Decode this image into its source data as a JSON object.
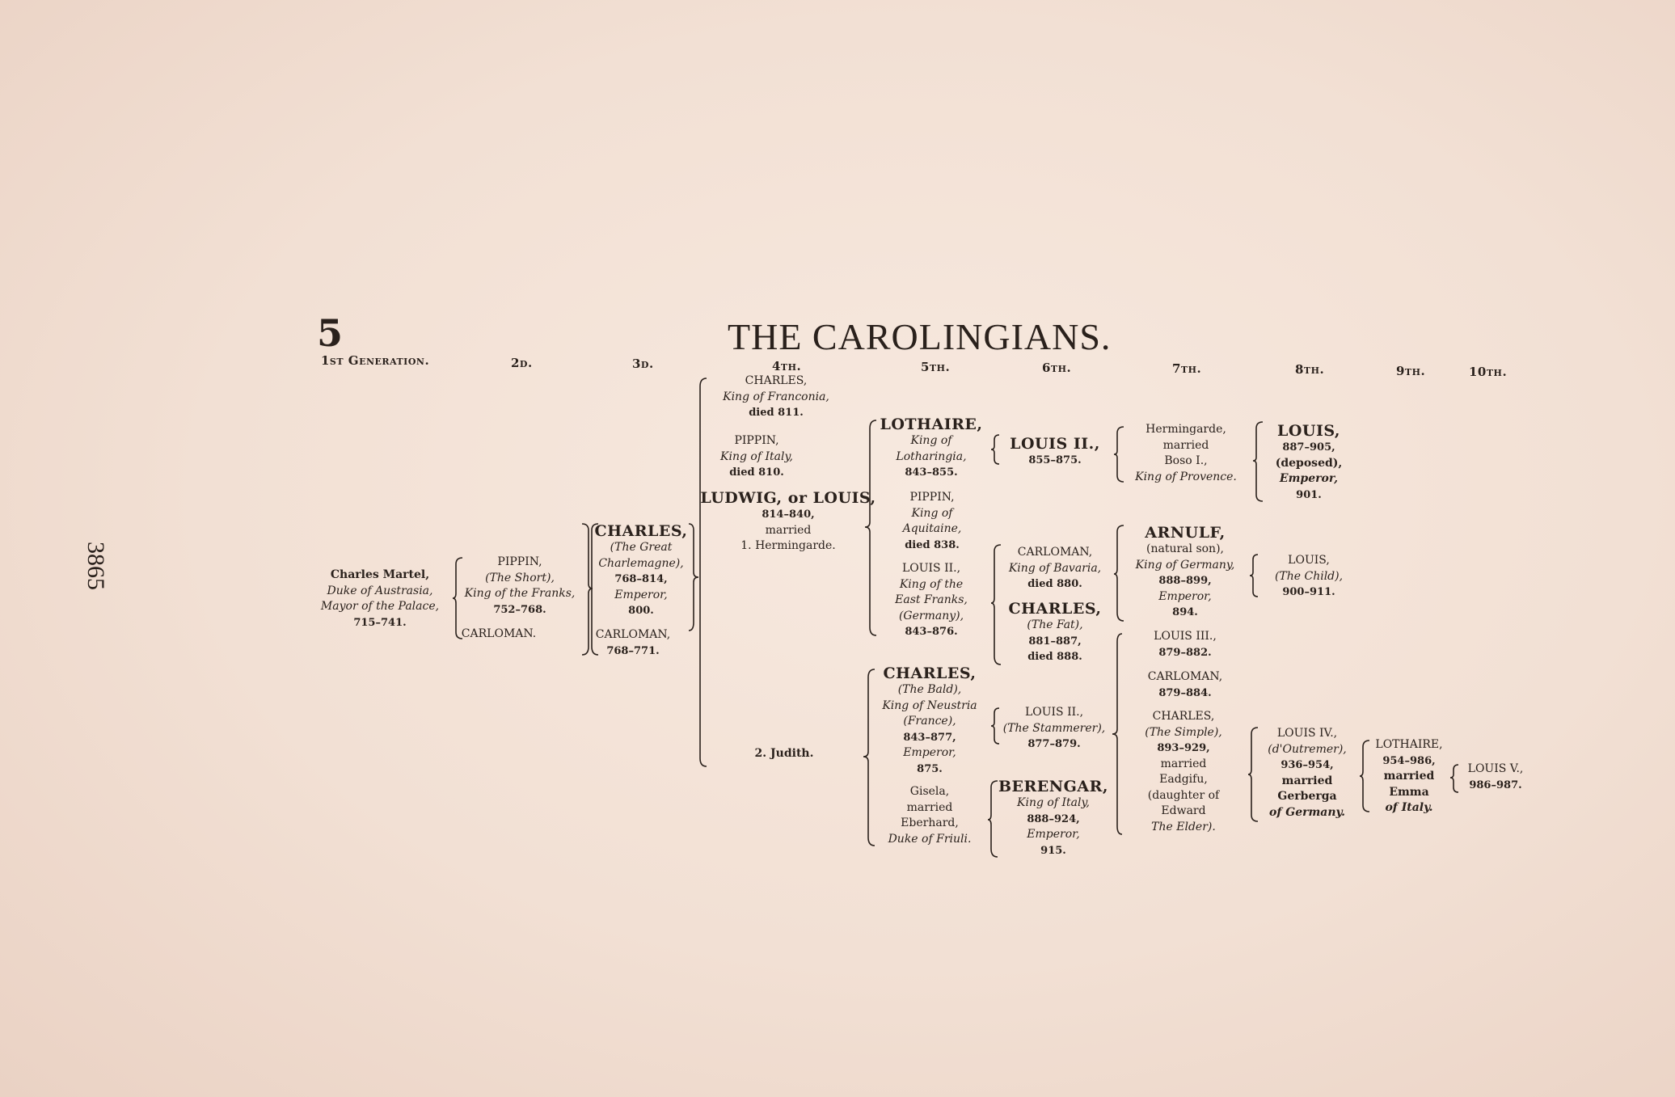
{
  "page": {
    "number": "5",
    "title": "THE CAROLINGIANS.",
    "side_number": "3865"
  },
  "generations": {
    "g1": "1st Generation.",
    "g2": "2d.",
    "g3": "3d.",
    "g4": "4th.",
    "g5": "5th.",
    "g6": "6th.",
    "g7": "7th.",
    "g8": "8th.",
    "g9": "9th.",
    "g10": "10th."
  },
  "people": {
    "charles_martel": {
      "name": "Charles Martel,",
      "l1": "Duke of Austrasia,",
      "l2": "Mayor of the Palace,",
      "dates": "715–741."
    },
    "pippin_short": {
      "name": "PIPPIN,",
      "l1": "(The Short),",
      "l2": "King of the Franks,",
      "dates": "752–768."
    },
    "carloman_2": {
      "name": "CARLOMAN."
    },
    "charlemagne": {
      "name": "CHARLES,",
      "l1": "(The Great",
      "l2": "Charlemagne),",
      "dates": "768–814,",
      "l3": "Emperor,",
      "l4": "800."
    },
    "carloman_3": {
      "name": "CARLOMAN,",
      "dates": "768–771."
    },
    "charles_franconia": {
      "name": "CHARLES,",
      "l1": "King of Franconia,",
      "dates": "died 811."
    },
    "pippin_italy": {
      "name": "PIPPIN,",
      "l1": "King of Italy,",
      "dates": "died 810."
    },
    "ludwig": {
      "name": "LUDWIG, or LOUIS,",
      "dates": "814–840,",
      "l1": "married",
      "l2": "1. Hermingarde."
    },
    "judith": {
      "name": "2. Judith."
    },
    "lothaire_1": {
      "name": "LOTHAIRE,",
      "l1": "King of",
      "l2": "Lotharingia,",
      "dates": "843–855."
    },
    "pippin_aquitaine": {
      "name": "PIPPIN,",
      "l1": "King of",
      "l2": "Aquitaine,",
      "dates": "died 838."
    },
    "louis_german": {
      "name": "LOUIS II.,",
      "l1": "King of the",
      "l2": "East Franks,",
      "l3": "(Germany),",
      "dates": "843–876."
    },
    "charles_bald": {
      "name": "CHARLES,",
      "l1": "(The Bald),",
      "l2": "King of Neustria",
      "l3": "(France),",
      "dates": "843–877,",
      "l4": "Emperor,",
      "l5": "875."
    },
    "gisela": {
      "name": "Gisela,",
      "l1": "married",
      "l2": "Eberhard,",
      "l3": "Duke of Friuli."
    },
    "louis_ii_6": {
      "name": "LOUIS II.,",
      "dates": "855–875."
    },
    "carloman_bavaria": {
      "name": "CARLOMAN,",
      "l1": "King of Bavaria,",
      "dates": "died 880."
    },
    "charles_fat": {
      "name": "CHARLES,",
      "l1": "(The Fat),",
      "dates": "881–887,",
      "l2": "died 888."
    },
    "louis_stammerer": {
      "name": "LOUIS II.,",
      "l1": "(The Stammerer),",
      "dates": "877–879."
    },
    "berengar": {
      "name": "BERENGAR,",
      "l1": "King of Italy,",
      "dates": "888–924,",
      "l2": "Emperor,",
      "l3": "915."
    },
    "hermingarde": {
      "name": "Hermingarde,",
      "l1": "married",
      "l2": "Boso I.,",
      "l3": "King of Provence."
    },
    "arnulf": {
      "name": "ARNULF,",
      "l1": "(natural son),",
      "l2": "King of Germany,",
      "dates": "888–899,",
      "l3": "Emperor,",
      "l4": "894."
    },
    "louis_iii": {
      "name": "LOUIS III.,",
      "dates": "879–882."
    },
    "carloman_7": {
      "name": "CARLOMAN,",
      "dates": "879–884."
    },
    "charles_simple": {
      "name": "CHARLES,",
      "l1": "(The Simple),",
      "dates": "893–929,",
      "l2": "married",
      "l3": "Eadgifu,",
      "l4": "(daughter of",
      "l5": "Edward",
      "l6": "The Elder)."
    },
    "louis_provence": {
      "name": "LOUIS,",
      "dates": "887–905,",
      "l1": "(deposed),",
      "l2": "Emperor,",
      "l3": "901."
    },
    "louis_child": {
      "name": "LOUIS,",
      "l1": "(The Child),",
      "dates": "900–911."
    },
    "louis_iv": {
      "name": "LOUIS IV.,",
      "l1": "(d'Outremer),",
      "dates": "936–954,",
      "l2": "married",
      "l3": "Gerberga",
      "l4": "of Germany."
    },
    "lothaire_9": {
      "name": "LOTHAIRE,",
      "dates": "954–986,",
      "l1": "married",
      "l2": "Emma",
      "l3": "of Italy."
    },
    "louis_v": {
      "name": "LOUIS V.,",
      "dates": "986–987."
    }
  }
}
